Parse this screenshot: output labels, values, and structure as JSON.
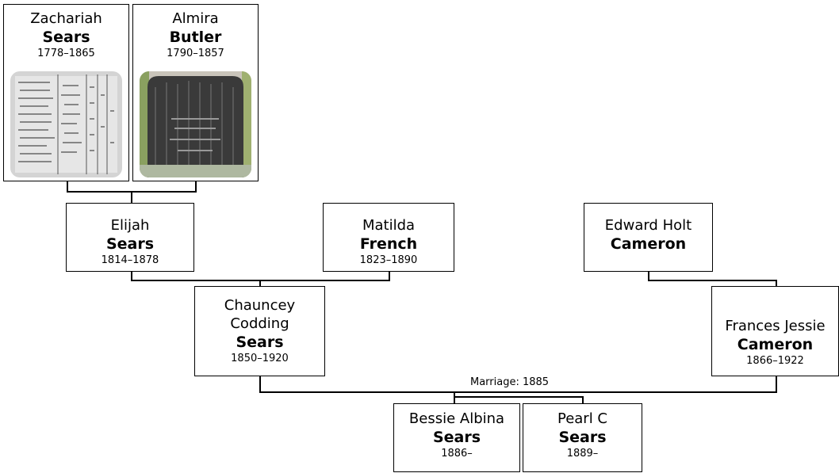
{
  "people": {
    "zachariah": {
      "given": "Zachariah",
      "surname": "Sears",
      "dates": "1778–1865"
    },
    "almira": {
      "given": "Almira",
      "surname": "Butler",
      "dates": "1790–1857"
    },
    "elijah": {
      "given": "Elijah",
      "surname": "Sears",
      "dates": "1814–1878"
    },
    "matilda": {
      "given": "Matilda",
      "surname": "French",
      "dates": "1823–1890"
    },
    "edward": {
      "given": "Edward Holt",
      "surname": "Cameron",
      "dates": ""
    },
    "chauncey": {
      "given": "Chauncey Codding",
      "surname": "Sears",
      "dates": "1850–1920"
    },
    "frances": {
      "given": "Frances Jessie",
      "surname": "Cameron",
      "dates": "1866–1922"
    },
    "bessie": {
      "given": "Bessie Albina",
      "surname": "Sears",
      "dates": "1886–"
    },
    "pearl": {
      "given": "Pearl C",
      "surname": "Sears",
      "dates": "1889–"
    }
  },
  "marriage_label": "Marriage: 1885"
}
